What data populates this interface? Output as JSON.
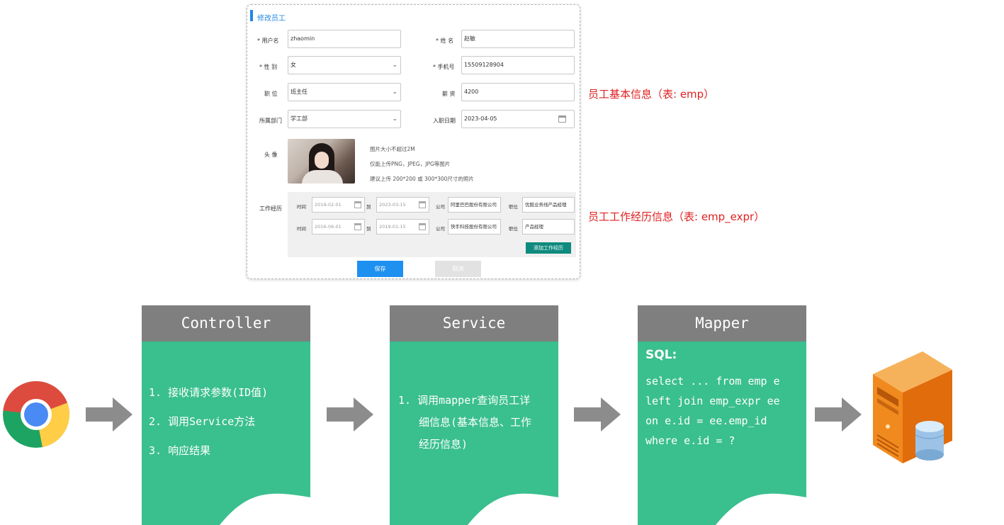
{
  "form": {
    "title": "修改员工",
    "fields": {
      "username_label": "* 用户名",
      "username_value": "zhaomin",
      "name_label": "* 姓  名",
      "name_value": "赵敏",
      "gender_label": "* 性  别",
      "gender_value": "女",
      "phone_label": "* 手机号",
      "phone_value": "15509128904",
      "position_label": "职  位",
      "position_value": "班主任",
      "salary_label": "薪  资",
      "salary_value": "4200",
      "dept_label": "所属部门",
      "dept_value": "学工部",
      "entry_label": "入职日期",
      "entry_value": "2023-04-05",
      "avatar_label": "头  像"
    },
    "avatar_hints": [
      "图片大小不超过2M",
      "仅能上传PNG，JPEG，JPG等图片",
      "建议上传 200*200 或 300*300尺寸的照片"
    ],
    "experience_label": "工作经历",
    "experience_rows": [
      {
        "time_label": "时间",
        "begin": "2019-02-01",
        "to_label": "到",
        "end": "2023-03-15",
        "company_label": "公司",
        "company": "阿里巴巴股份有限公司",
        "job_label": "职位",
        "job": "优酷业务线产品经理"
      },
      {
        "time_label": "时间",
        "begin": "2016-06-01",
        "to_label": "到",
        "end": "2019-01-15",
        "company_label": "公司",
        "company": "快手科技股份有限公司",
        "job_label": "职位",
        "job": "产品经理"
      }
    ],
    "add_experience_label": "添加工作经历",
    "save_label": "保存",
    "cancel_label": "取消"
  },
  "annotations": {
    "emp": "员工基本信息（表: emp）",
    "emp_expr": "员工工作经历信息（表: emp_expr）"
  },
  "layers": {
    "controller": {
      "title": "Controller",
      "items": [
        "1. 接收请求参数(ID值)",
        "2. 调用Service方法",
        "3. 响应结果"
      ]
    },
    "service": {
      "title": "Service",
      "items": [
        "1. 调用mapper查询员工详",
        "细信息(基本信息、工作",
        "经历信息)"
      ]
    },
    "mapper": {
      "title": "Mapper",
      "sql_label": "SQL:",
      "sql_lines": [
        "select ... from emp e",
        "left join emp_expr ee",
        "on e.id = ee.emp_id",
        "where e.id = ?"
      ]
    }
  },
  "colors": {
    "layer_header": "#7f7f7f",
    "layer_body": "#3abf8f",
    "arrow": "#8c8c8c",
    "annotation": "#e02020",
    "form_accent": "#1e88e5"
  },
  "icons": {
    "client": "chrome-browser-icon",
    "database": "database-server-icon"
  }
}
